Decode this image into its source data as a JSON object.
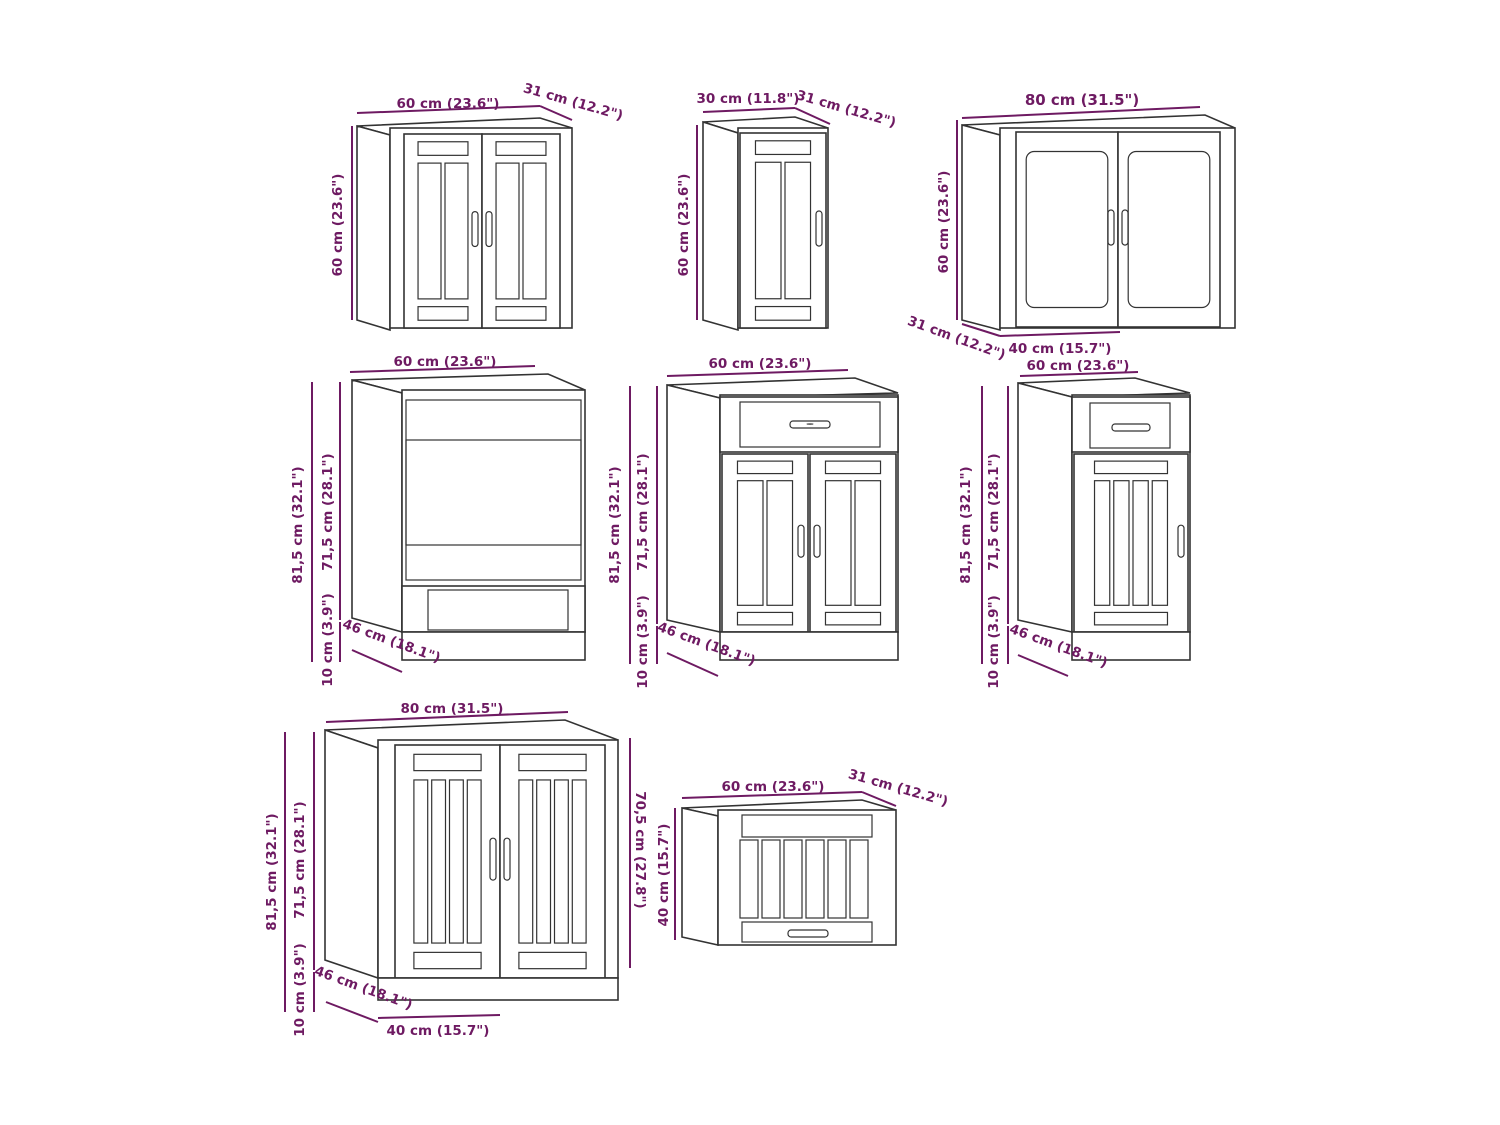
{
  "colors": {
    "dimension": "#6e1a62",
    "outline": "#333333",
    "background": "#ffffff"
  },
  "cabinets": {
    "wall_60": {
      "width": "60 cm (23.6\")",
      "depth": "31 cm (12.2\")",
      "height": "60 cm (23.6\")"
    },
    "wall_30": {
      "width": "30 cm (11.8\")",
      "depth": "31 cm (12.2\")",
      "height": "60 cm (23.6\")"
    },
    "wall_80_glass": {
      "width": "80 cm (31.5\")",
      "height": "60 cm (23.6\")",
      "depth": "31 cm (12.2\")",
      "door_width": "40 cm (15.7\")"
    },
    "oven_base": {
      "width": "60 cm (23.6\")",
      "total_height": "81,5 cm (32.1\")",
      "body_height": "71,5 cm (28.1\")",
      "plinth_height": "10 cm (3.9\")",
      "depth": "46 cm (18.1\")"
    },
    "drawer_base_60": {
      "width": "60 cm (23.6\")",
      "total_height": "81,5 cm (32.1\")",
      "body_height": "71,5 cm (28.1\")",
      "plinth_height": "10 cm (3.9\")",
      "depth": "46 cm (18.1\")"
    },
    "drawer_base_40": {
      "width": "60 cm (23.6\")",
      "total_height": "81,5 cm (32.1\")",
      "body_height": "71,5 cm (28.1\")",
      "plinth_height": "10 cm (3.9\")",
      "depth": "46 cm (18.1\")"
    },
    "sink_base_80": {
      "width": "80 cm (31.5\")",
      "total_height": "81,5 cm (32.1\")",
      "body_height": "71,5 cm (28.1\")",
      "plinth_height": "10 cm (3.9\")",
      "depth": "46 cm (18.1\")",
      "inner_height": "70,5 cm (27.8\")",
      "door_width": "40 cm (15.7\")"
    },
    "wall_60x40": {
      "width": "60 cm (23.6\")",
      "depth": "31 cm (12.2\")",
      "height": "40 cm (15.7\")"
    }
  }
}
